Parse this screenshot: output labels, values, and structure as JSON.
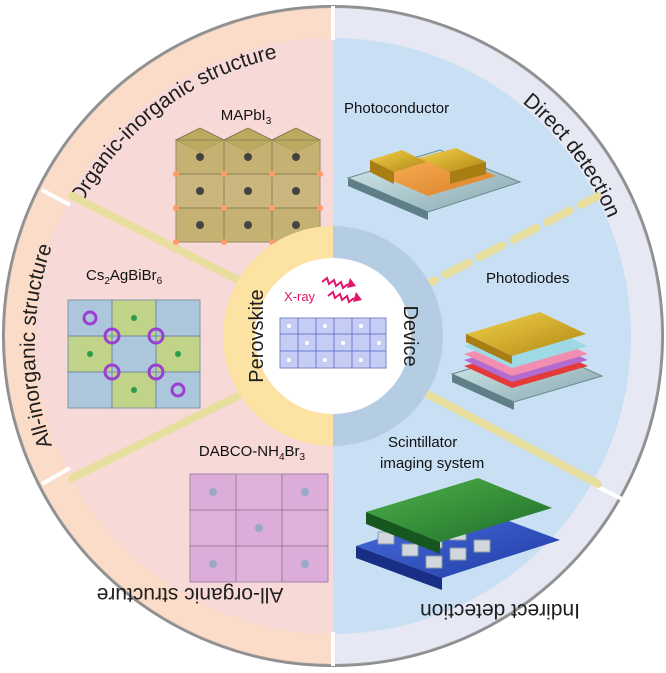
{
  "outer_ring": {
    "organic_inorganic": "Organic-inorganic structure",
    "all_inorganic": "All-inorganic structure",
    "all_organic": "All-organic structure",
    "direct_detection": "Direct detection",
    "indirect_detection": "Indirect detection"
  },
  "materials": {
    "mapbi3": {
      "base": "MAPbI",
      "sub": "3"
    },
    "cs2agbibr6": {
      "p1": "Cs",
      "s1": "2",
      "p2": "AgBiBr",
      "s2": "6"
    },
    "dabco": {
      "p1": "DABCO-NH",
      "s1": "4",
      "p2": "Br",
      "s2": "3"
    }
  },
  "devices": {
    "photoconductor": "Photoconductor",
    "photodiodes": "Photodiodes",
    "scintillator_line1": "Scintillator",
    "scintillator_line2": "imaging system"
  },
  "center": {
    "perovskite": "Perovskite",
    "device": "Device",
    "xray": "X-ray"
  },
  "colors": {
    "left_bg": "#f7d9d8",
    "right_bg": "#c9e0f4",
    "left_ring": "#fbdcc8",
    "right_ring": "#e4e6f3",
    "inner_ring_left": "#fde3a3",
    "inner_ring_right": "#b5cde3",
    "beam": "#e8df9e",
    "accent_pink": "#e0156c"
  }
}
